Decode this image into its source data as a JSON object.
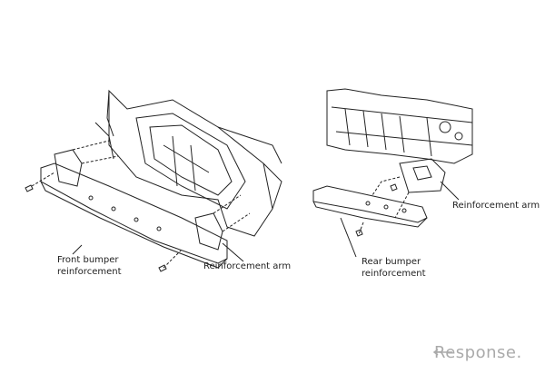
{
  "front_diagram": {
    "label_bumper": [
      "Front bumper",
      "reinforcement"
    ],
    "label_arm": "Reinforcement arm"
  },
  "rear_diagram": {
    "label_bumper": [
      "Rear bumper",
      "reinforcement"
    ],
    "label_arm": "Reinforcement arm"
  },
  "watermark": "Response."
}
